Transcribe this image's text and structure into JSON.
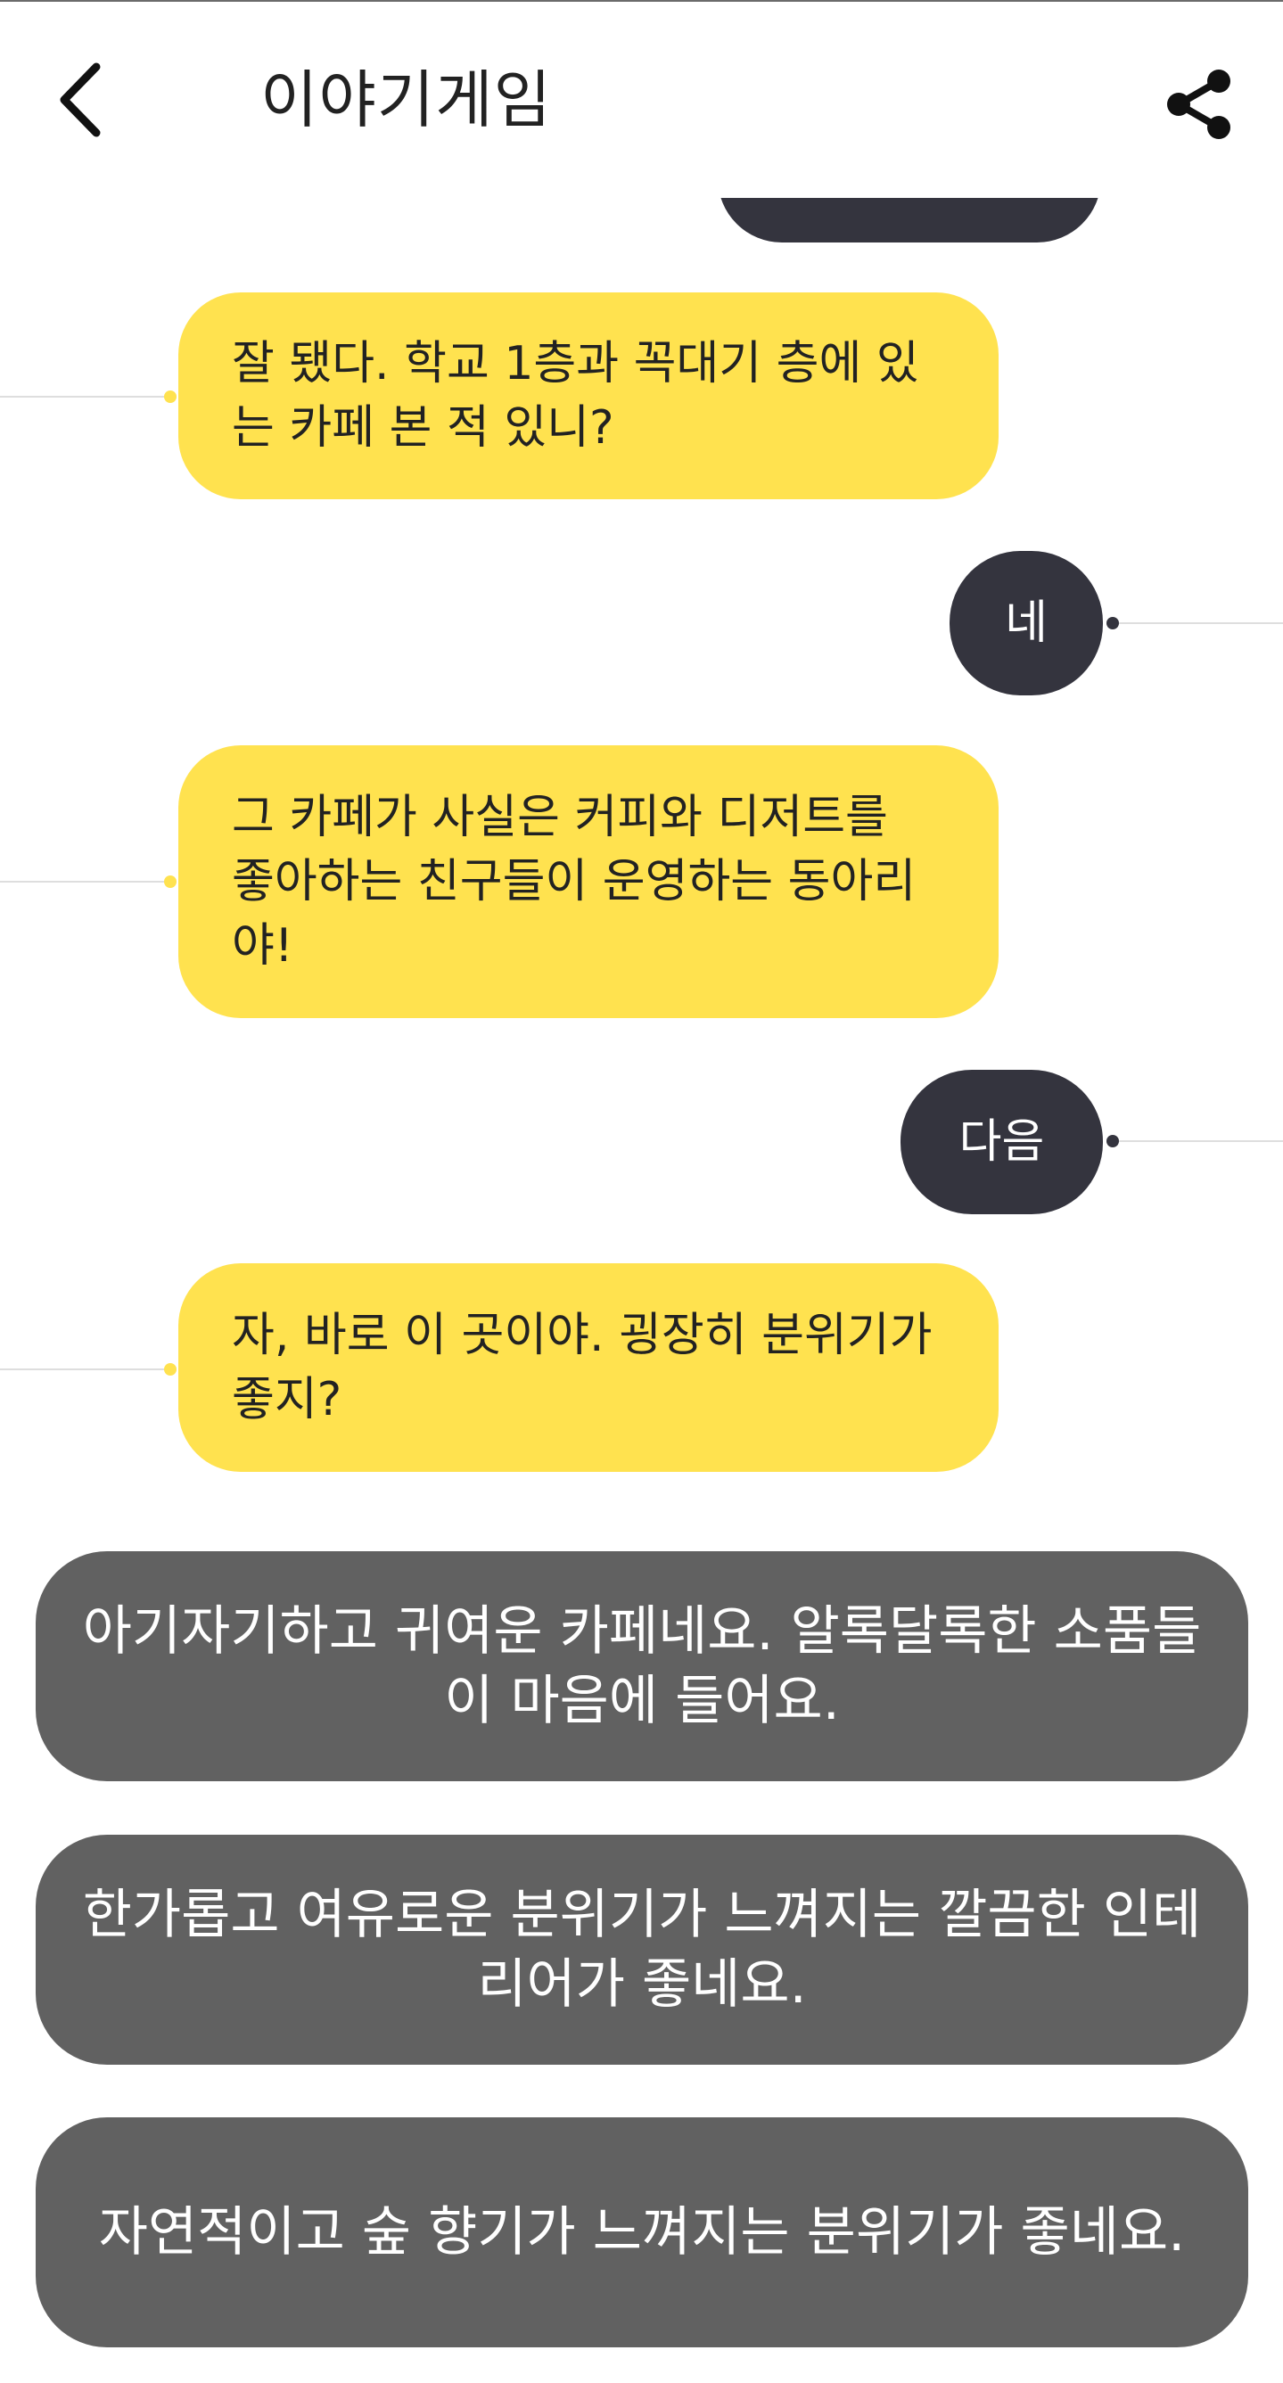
{
  "header": {
    "title": "이야기게임",
    "back_icon": "chevron-left-icon",
    "share_icon": "share-icon"
  },
  "colors": {
    "bot_bubble": "#ffe24f",
    "user_bubble": "#34343e",
    "choice_button": "#616161",
    "background": "#ffffff"
  },
  "messages": [
    {
      "sender": "bot",
      "text": "잘 됐다. 학교 1층과 꼭대기 층에 있는 카페 본 적 있니?"
    },
    {
      "sender": "user",
      "text": "네"
    },
    {
      "sender": "bot",
      "text": "그 카페가 사실은 커피와 디저트를 좋아하는 친구들이 운영하는 동아리야!"
    },
    {
      "sender": "user",
      "text": "다음"
    },
    {
      "sender": "bot",
      "text": "자, 바로 이 곳이야. 굉장히 분위기가 좋지?"
    }
  ],
  "choices": [
    "아기자기하고 귀여운 카페네요. 알록달록한 소품들이 마음에 들어요.",
    "한가롭고 여유로운 분위기가 느껴지는 깔끔한 인테리어가 좋네요.",
    "자연적이고 숲 향기가 느껴지는 분위기가 좋네요."
  ]
}
